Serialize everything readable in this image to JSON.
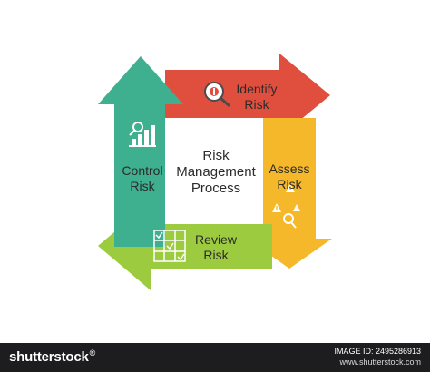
{
  "diagram": {
    "center_label": "Risk Management Process",
    "center_lines": [
      "Risk",
      "Management",
      "Process"
    ],
    "steps": [
      {
        "id": "identify",
        "lines": [
          "Identify",
          "Risk"
        ],
        "color": "#e04e3e",
        "icon": "magnifier-alert-icon"
      },
      {
        "id": "assess",
        "lines": [
          "Assess",
          "Risk"
        ],
        "color": "#f5b82a",
        "icon": "warning-magnifier-icon"
      },
      {
        "id": "review",
        "lines": [
          "Review",
          "Risk"
        ],
        "color": "#9ccb3f",
        "icon": "checklist-grid-icon"
      },
      {
        "id": "control",
        "lines": [
          "Control",
          "Risk"
        ],
        "color": "#3fb08f",
        "icon": "bar-chart-magnifier-icon"
      }
    ]
  },
  "footer": {
    "brand": "shutterstock",
    "brand_mark": "®",
    "image_id": "IMAGE ID: 2495286913",
    "source": "www.shutterstock.com"
  },
  "colors": {
    "footer_bg": "#1d1d1f",
    "text": "#2b2b2b"
  }
}
